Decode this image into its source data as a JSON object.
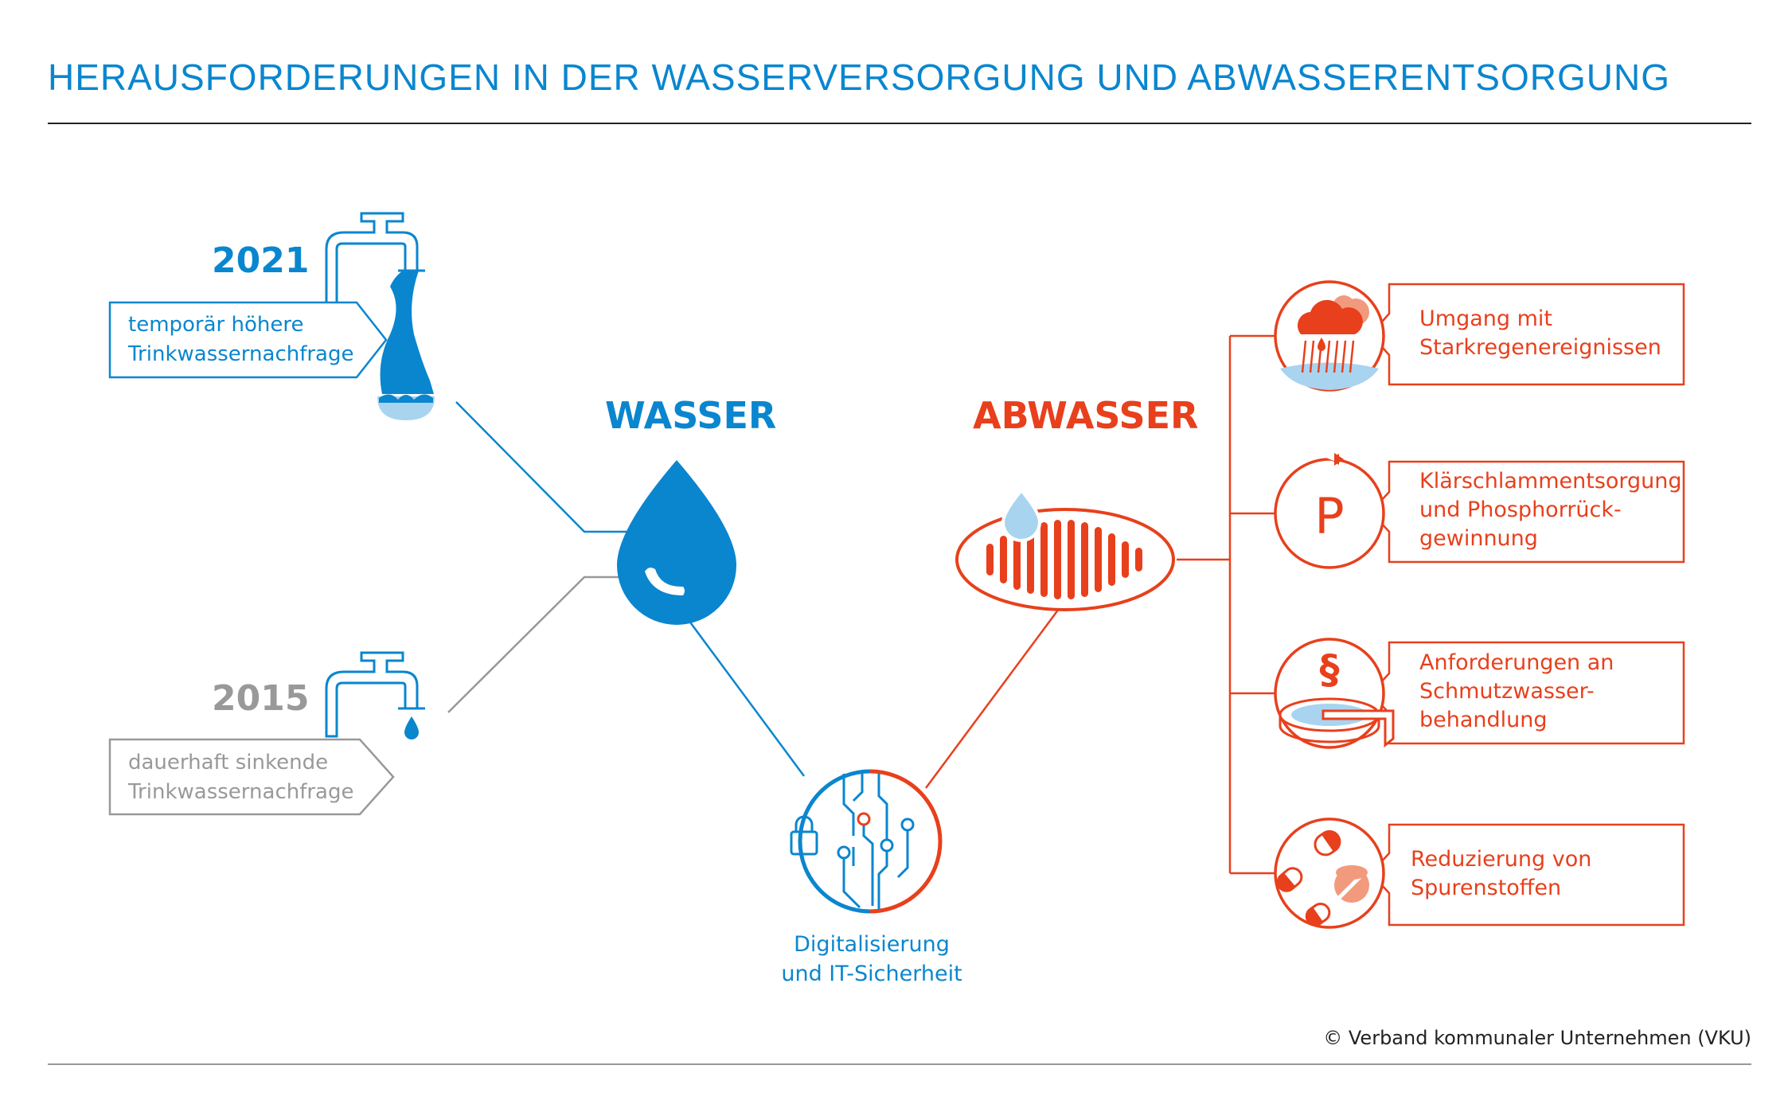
{
  "title": "HERAUSFORDERUNGEN IN DER WASSERVERSORGUNG UND ABWASSERENTSORGUNG",
  "colors": {
    "blue": "#0a86cf",
    "red": "#e8401c",
    "gray": "#999999",
    "light_blue": "#a8d4f0"
  },
  "water": {
    "heading": "WASSER",
    "year_2021": "2021",
    "callout_2021": [
      "temporär höhere",
      "Trinkwassernachfrage"
    ],
    "year_2015": "2015",
    "callout_2015": [
      "dauerhaft sinkende",
      "Trinkwassernachfrage"
    ]
  },
  "wastewater": {
    "heading": "ABWASSER",
    "items": [
      {
        "icon": "heavy-rain-icon",
        "lines": [
          "Umgang mit",
          "Starkregenereignissen"
        ]
      },
      {
        "icon": "phosphorus-recycling-icon",
        "symbol": "P",
        "lines": [
          "Klärschlammentsorgung",
          "und Phosphorrück-",
          "gewinnung"
        ]
      },
      {
        "icon": "treatment-basin-icon",
        "symbol": "§",
        "lines": [
          "Anforderungen an",
          "Schmutzwasser-",
          "behandlung"
        ]
      },
      {
        "icon": "micropollutants-icon",
        "lines": [
          "Reduzierung von",
          "Spurenstoffen"
        ]
      }
    ]
  },
  "digital": {
    "icon": "circuit-lock-icon",
    "lines": [
      "Digitalisierung",
      "und IT-Sicherheit"
    ]
  },
  "copyright": "© Verband kommunaler Unternehmen (VKU)"
}
